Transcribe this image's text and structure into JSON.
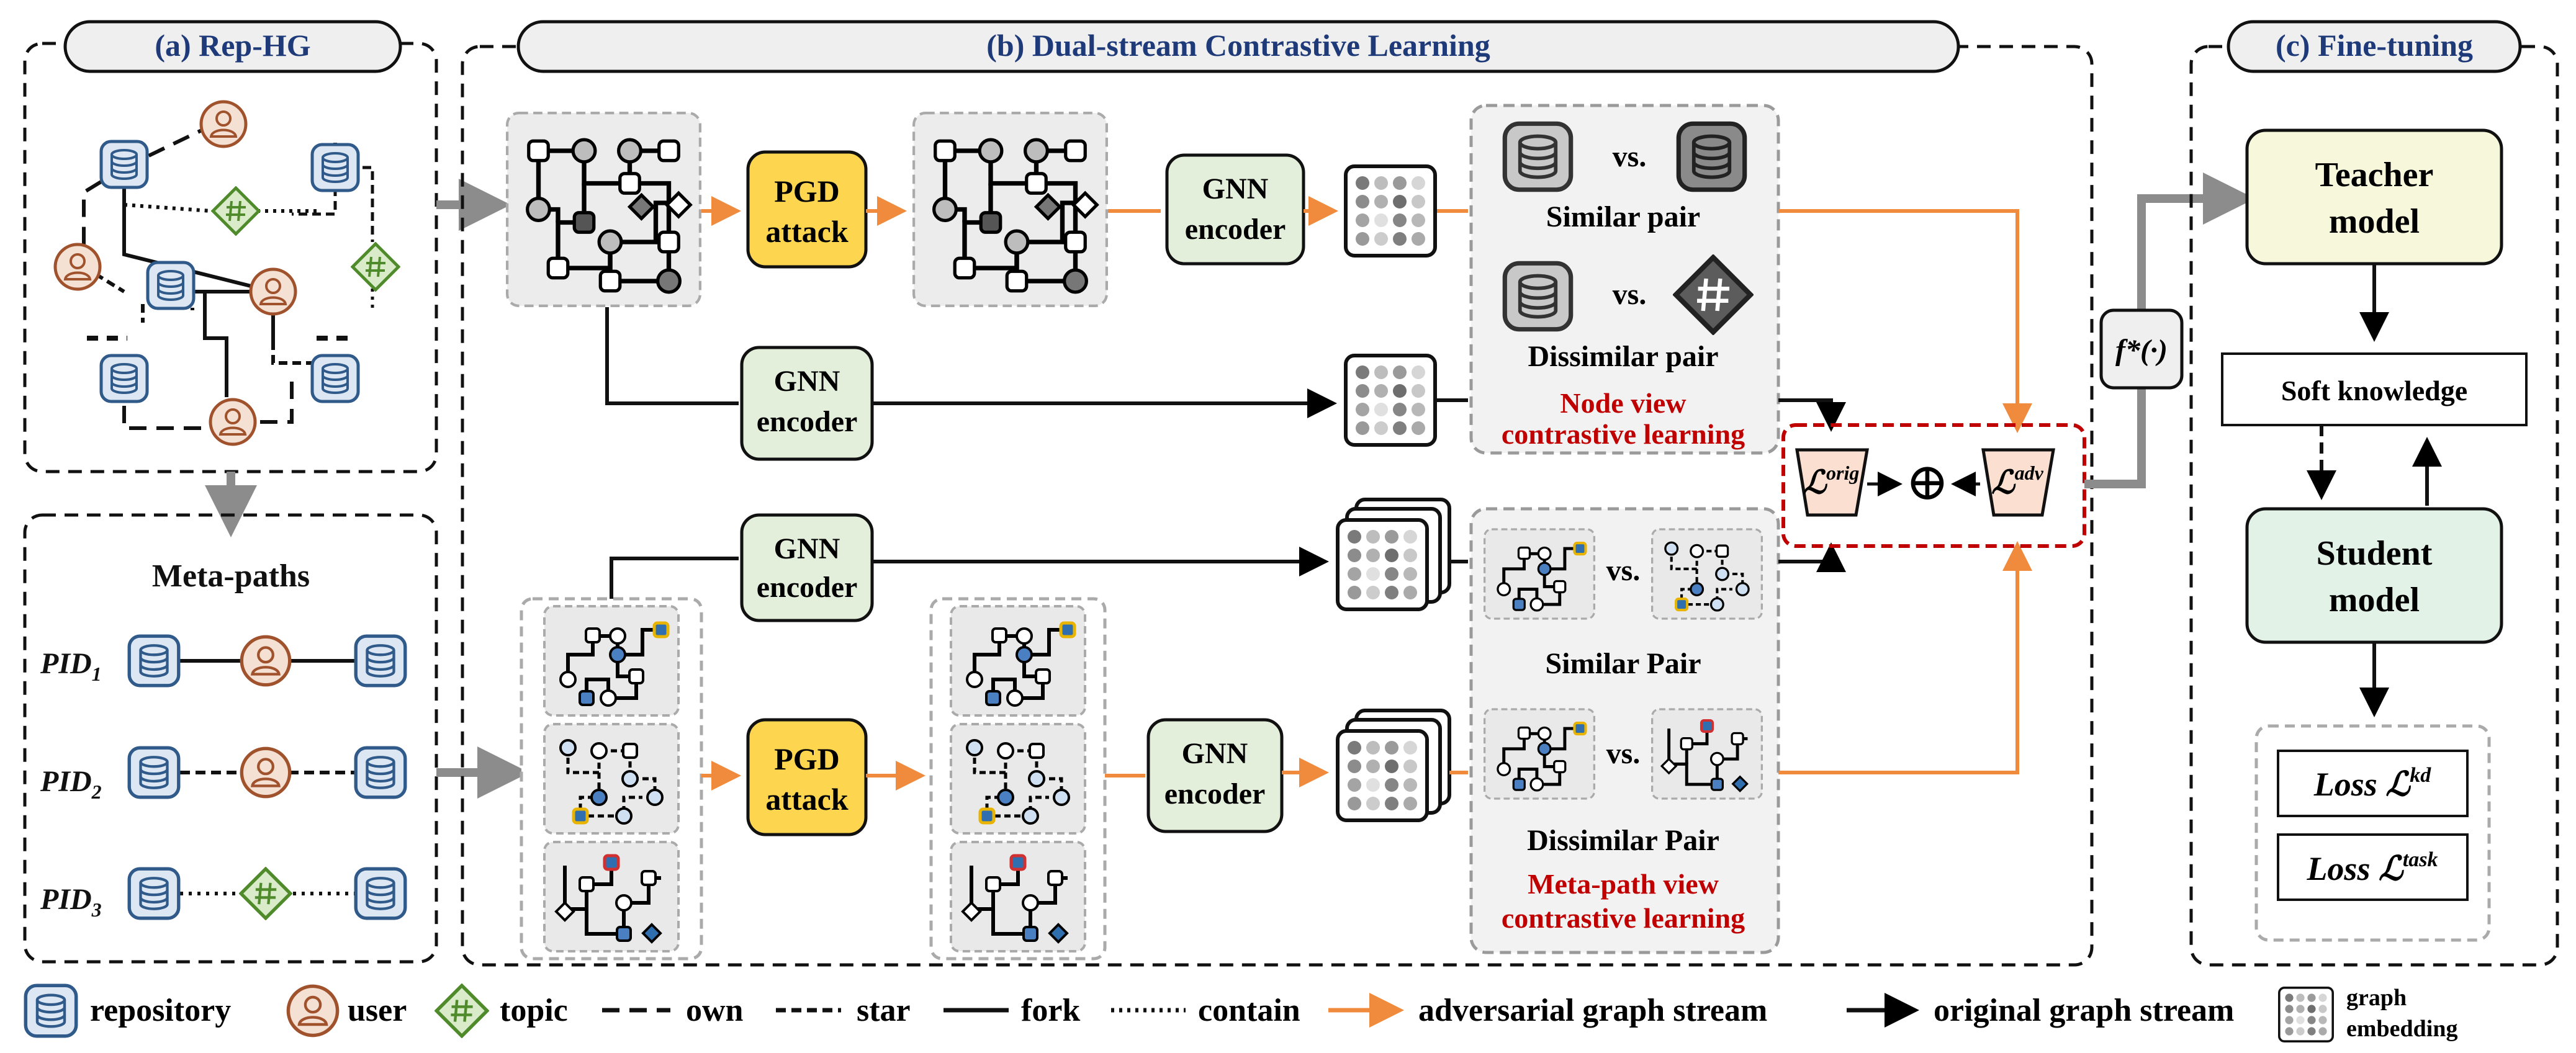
{
  "panels": {
    "a": "(a) Rep-HG",
    "b": "(b) Dual-stream Contrastive Learning",
    "c": "(c) Fine-tuning"
  },
  "meta_paths": {
    "title": "Meta-paths",
    "pid1": {
      "base": "PID",
      "sub": "1"
    },
    "pid2": {
      "base": "PID",
      "sub": "2"
    },
    "pid3": {
      "base": "PID",
      "sub": "3"
    }
  },
  "dual_stream": {
    "pgd_line1": "PGD",
    "pgd_line2": "attack",
    "gnn_line1": "GNN",
    "gnn_line2": "encoder",
    "vs": "vs.",
    "similar_pair": "Similar pair",
    "dissimilar_pair": "Dissimilar pair",
    "similar_pair_mp": "Similar Pair",
    "dissimilar_pair_mp": "Dissimilar Pair",
    "node_view_line1": "Node view",
    "node_view_line2": "contrastive learning",
    "mp_view_line1": "Meta-path view",
    "mp_view_line2": "contrastive learning",
    "loss_orig": {
      "base": "ℒ",
      "sup": "orig"
    },
    "loss_adv": {
      "base": "ℒ",
      "sup": "adv"
    },
    "oplus": "⊕",
    "f_star": "f*(·)"
  },
  "finetune": {
    "teacher_line1": "Teacher",
    "teacher_line2": "model",
    "soft_knowledge": "Soft knowledge",
    "student_line1": "Student",
    "student_line2": "model",
    "loss_kd": {
      "prefix": "Loss ",
      "base": "ℒ",
      "sup": "kd"
    },
    "loss_task": {
      "prefix": "Loss ",
      "base": "ℒ",
      "sup": "task"
    }
  },
  "legend": {
    "repository": "repository",
    "user": "user",
    "topic": "topic",
    "own": "own",
    "star": "star",
    "fork": "fork",
    "contain": "contain",
    "adversarial": "adversarial graph stream",
    "original": "original graph stream",
    "embedding_line1": "graph",
    "embedding_line2": "embedding",
    "topic_symbol": "#"
  },
  "colors": {
    "orange": "#f08a3c",
    "pgd_fill": "#fdd54f",
    "gnn_fill": "#e4efdb",
    "teacher_fill": "#f7f7dc",
    "student_fill": "#e3f2e7",
    "loss_fill": "#fbe0d2",
    "red_text": "#c00000",
    "repo_fill": "#dce7f3",
    "repo_stroke": "#2f5a8a",
    "user_fill": "#f5e0d4",
    "user_stroke": "#a0522d",
    "topic_fill": "#d9ebc9",
    "topic_stroke": "#4f8a2b"
  }
}
